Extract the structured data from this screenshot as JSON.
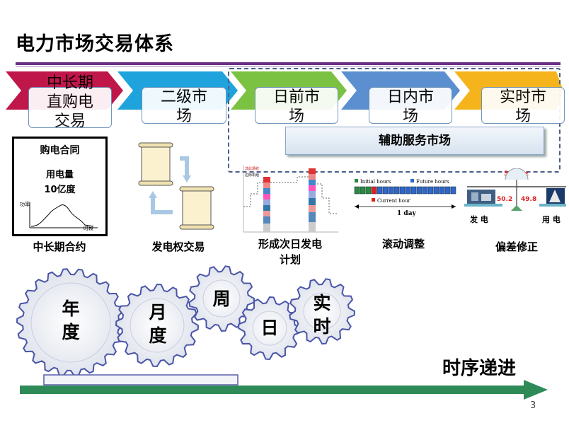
{
  "title": "电力市场交易体系",
  "stages": [
    {
      "label": "中长期直购电交易",
      "color": "#c0174b"
    },
    {
      "label": "二级市场",
      "color": "#1fa3dc"
    },
    {
      "label": "日前市场",
      "color": "#7cc242"
    },
    {
      "label": "日内市场",
      "color": "#5b8fd0"
    },
    {
      "label": "实时市场",
      "color": "#f5b41b"
    }
  ],
  "aux_service": "辅助服务市场",
  "contract": {
    "title": "购电合同",
    "amount_label": "用电量",
    "amount_value": "10亿度",
    "y_label": "功率",
    "x_label": "时段"
  },
  "captions": {
    "mid_long": "中长期合约",
    "power_trade": "发电权交易",
    "day_plan": "形成次日发电计划",
    "rolling": "滚动调整",
    "deviation": "偏差修正"
  },
  "dayahead_chart": {
    "legend1": "非此场收",
    "legend2": "边际机组"
  },
  "timeline": {
    "initial": "Initial hours",
    "future": "Future hours",
    "current": "Current hour",
    "span": "1 day"
  },
  "balance": {
    "freq": "50.0Hz",
    "left_val": "50.2",
    "right_val": "49.8",
    "gen": "发  电",
    "use": "用  电"
  },
  "gears": [
    "年度",
    "月度",
    "周",
    "日",
    "实时"
  ],
  "sequence_label": "时序递进",
  "page_number": "3"
}
